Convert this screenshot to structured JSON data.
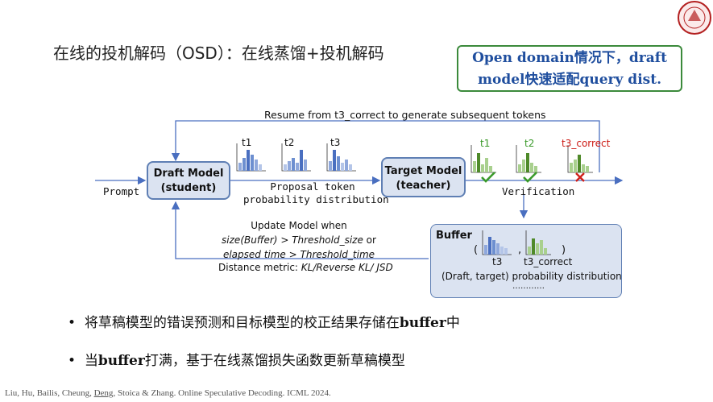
{
  "slide": {
    "title": "在线的投机解码（OSD）：在线蒸馏+投机解码",
    "callout": {
      "line1": "Open domain情况下，draft",
      "line2": "model快速适配query dist."
    }
  },
  "diagram": {
    "resume_label": "Resume from t3_correct to generate subsequent tokens",
    "prompt_label": "Prompt",
    "draft_model": {
      "line1": "Draft Model",
      "line2": "(student)"
    },
    "target_model": {
      "line1": "Target Model",
      "line2": "(teacher)"
    },
    "proposal_label": {
      "line1": "Proposal token",
      "line2": "probability distribution"
    },
    "verification_label": "Verification",
    "tokens_proposal": [
      "t1",
      "t2",
      "t3"
    ],
    "tokens_verified": [
      "t1",
      "t2",
      "t3_correct"
    ],
    "verify_marks": [
      "check",
      "check",
      "cross"
    ],
    "update": {
      "line1": "Update Model when",
      "line2_var": "size(Buffer)",
      "line2_op": " > ",
      "line2_thr": "Threshold_size",
      "line2_tail": " or",
      "line3_var": "elapsed time",
      "line3_op": " > ",
      "line3_thr": "Threshold_time",
      "line4_prefix": "Distance metric: ",
      "line4_value": "KL/Reverse KL/ JSD"
    },
    "buffer": {
      "title": "Buffer",
      "open_paren": "(",
      "comma": ",",
      "close_paren": ")",
      "token_a": "t3",
      "token_b": "t3_correct",
      "caption": "(Draft, target) probability distribution",
      "ellipsis": "…………"
    }
  },
  "bullets": [
    {
      "prefix": "将草稿模型的错误预测和目标模型的校正结果存储在",
      "bold": "buffer",
      "suffix": "中"
    },
    {
      "prefix": "当",
      "bold": "buffer",
      "suffix": "打满，基于在线蒸馏损失函数更新草稿模型"
    }
  ],
  "citation": {
    "before": "Liu, Hu, Bailis, Cheung, ",
    "underlined": "Deng",
    "after": ", Stoica & Zhang. Online Speculative Decoding. ICML 2024."
  },
  "colors": {
    "blue_bar": "#4a6fc0",
    "green_bar": "#4f8a2a",
    "light_green_bar": "#a9d08e",
    "check": "#3a9a2a",
    "cross": "#d0201a",
    "t_green": "#3a9a2a",
    "t_red": "#cc1a14",
    "node_fill": "#dbe3f1",
    "node_border": "#5f7fb4",
    "callout_text": "#1f4e9e",
    "callout_border": "#3b8a3b"
  }
}
